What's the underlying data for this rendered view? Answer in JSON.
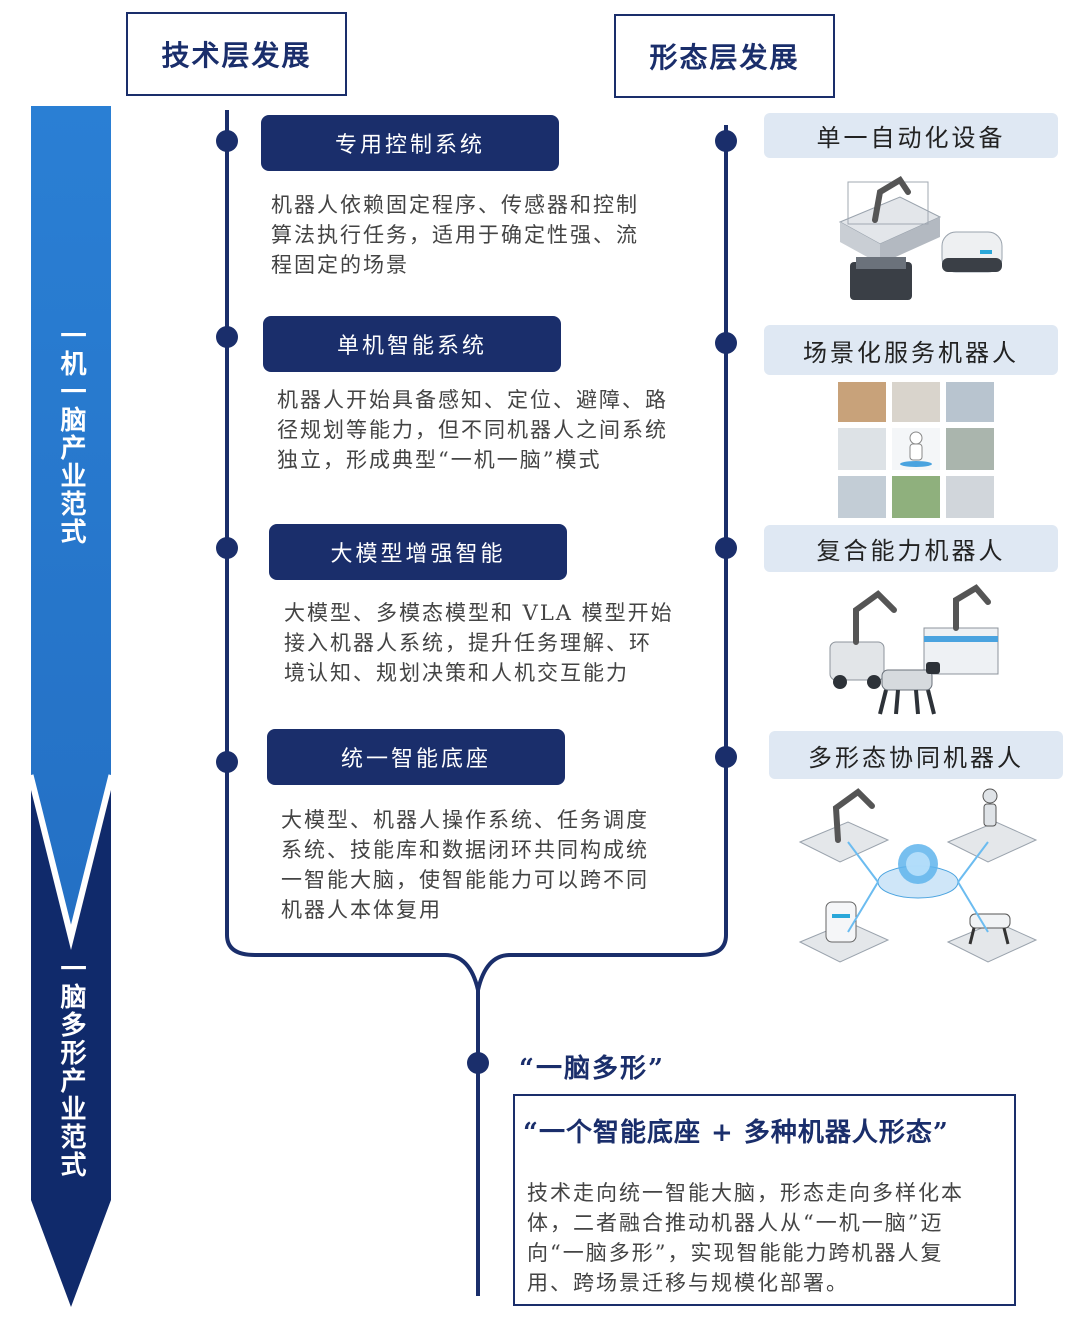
{
  "headers": {
    "tech": "技术层发展",
    "form": "形态层发展"
  },
  "arrow": {
    "top_label": "一机一脑产业范式",
    "bottom_label": "一脑多形产业范式",
    "top_color": "#2a7fd4",
    "bottom_color": "#102a6b"
  },
  "tech_stages": [
    {
      "title": "专用控制系统",
      "desc": [
        "机器人依赖固定程序、传感器和控制",
        "算法执行任务，适用于确定性强、流",
        "程固定的场景"
      ]
    },
    {
      "title": "单机智能系统",
      "desc": [
        "机器人开始具备感知、定位、避障、路",
        "径规划等能力，但不同机器人之间系统",
        "独立，形成典型“一机一脑”模式"
      ]
    },
    {
      "title": "大模型增强智能",
      "desc": [
        "大模型、多模态模型和 VLA 模型开始",
        "接入机器人系统，提升任务理解、环",
        "境认知、规划决策和人机交互能力"
      ]
    },
    {
      "title": "统一智能底座",
      "desc": [
        "大模型、机器人操作系统、任务调度",
        "系统、技能库和数据闭环共同构成统",
        "一智能大脑，使智能能力可以跨不同",
        "机器人本体复用"
      ]
    }
  ],
  "form_stages": [
    {
      "title": "单一自动化设备",
      "illustration": "automation-equipment-illustration"
    },
    {
      "title": "场景化服务机器人",
      "illustration": "service-robot-scenes-illustration"
    },
    {
      "title": "复合能力机器人",
      "illustration": "composite-robots-illustration"
    },
    {
      "title": "多形态协同机器人",
      "illustration": "multi-form-robots-illustration"
    }
  ],
  "final": {
    "title": "“一脑多形”",
    "headline": "“一个智能底座 + 多种机器人形态”",
    "text": [
      "技术走向统一智能大脑，形态走向多样化本",
      "体，二者融合推动机器人从“一机一脑”迈",
      "向“一脑多形”，实现智能能力跨机器人复",
      "用、跨场景迁移与规模化部署。"
    ]
  },
  "colors": {
    "navy": "#1a2e6b",
    "light_box": "#dfe8f3"
  }
}
